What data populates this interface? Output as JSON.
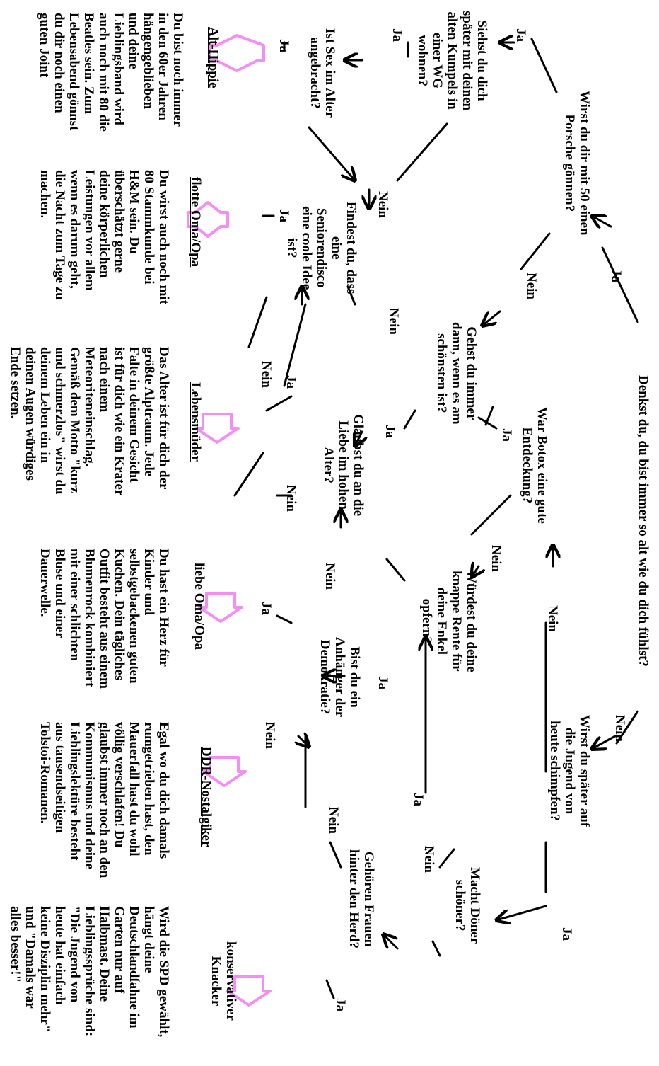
{
  "flowchart": {
    "start": "Denkst du, du bist immer so alt wie du dich fühlst?",
    "questions": {
      "porsche": "Wirst du dir mit 50 einen\nPorsche gönnen?",
      "jugend": "Wirst du später auf\ndie Jugend von\nheute schimpfen?",
      "botox": "War Botox eine gute\nEntdeckung?",
      "wg": "Siehst du dich\nspäter mit deinen\nalten Kumpels in\neiner WG\nwohnen?",
      "sex": "Ist Sex im Alter\nangebracht?",
      "disco": "Findest du, dass\neine\nSeniorendisco\neine coole Idee\nist?",
      "schoensten": "Gehst du immer\ndann, wenn es am\nschönsten ist?",
      "liebe": "Glaubst du an die\nLiebe im hohen\nAlter?",
      "rente": "Würdest du deine\nknappe Rente für\ndeine Enkel\nopfern?",
      "demokratie": "Bist du ein\nAnhänger der\nDemokratie?",
      "doener": "Macht Döner\nschöner?",
      "herd": "Gehören Frauen\nhinter den Herd?"
    },
    "answers": {
      "yes": "Ja",
      "no": "Nein"
    },
    "results": [
      {
        "title": "Alt-Hippie",
        "text": "Du bist noch immer\nin den 60er Jahren\nhängengeblieben\nund deine\nLieblingsband wird\nauch noch mit 80 die\nBeatles sein. Zum\nLebensabend gönnst\ndu dir noch einen\nguten Joint"
      },
      {
        "title": "flotte Oma/Opa",
        "text": "Du wirst auch noch mit\n80 Stammkunde bei\nH&M sein. Du\nüberschätzt gerne\ndeine körperlichen\nLeistungen vor allem\nwenn es darum geht,\ndie Nacht zum Tage zu\nmachen."
      },
      {
        "title": "Lebensmüder",
        "text": "Das Alter ist für dich der\ngrößte Alptraum. Jede\nFalte in deinem Gesicht\nist für dich wie ein Krater\nnach einem\nMeteoriteneinschlag.\nGemäß dem Motto \"kurz\nund schmerzlos\" wirst du\ndeinem Leben ein in\ndeinen Augen würdiges\nEnde setzen."
      },
      {
        "title": "liebe Oma/Opa",
        "text": "Du hast ein Herz für\nKinder und\nselbstgebackenen guten\nKuchen. Dein tägliches\nOutfit besteht aus einem\nBlumenrock kombiniert\nmit einer schlichten\nBluse und einer\nDauerwelle."
      },
      {
        "title": "DDR-Nostalgiker",
        "text": "Egal wo du dich damals\nrumgetrieben hast, den\nMauerfall hast du wohl\nvöllig verschlafen! Du\nglaubst immer noch an den\nKommunismus und deine\nLieblingslektüre besteht\naus tausendseitigen\nTolstoi-Romanen."
      },
      {
        "title": "konservativer\nKnacker",
        "text": "Wird die SPD gewählt,\nhängt deine\nDeutschlandfahne im\nGarten nur auf\nHalbmast. Deine\nLieblingssprüche sind:\n\"Die Jugend von\nheute hat einfach\nkeine Disziplin mehr\"\nund \"Damals war\nalles besser!\""
      }
    ],
    "colors": {
      "result_arrow": "#f48ef4",
      "ink": "#000000",
      "background": "#ffffff"
    }
  }
}
